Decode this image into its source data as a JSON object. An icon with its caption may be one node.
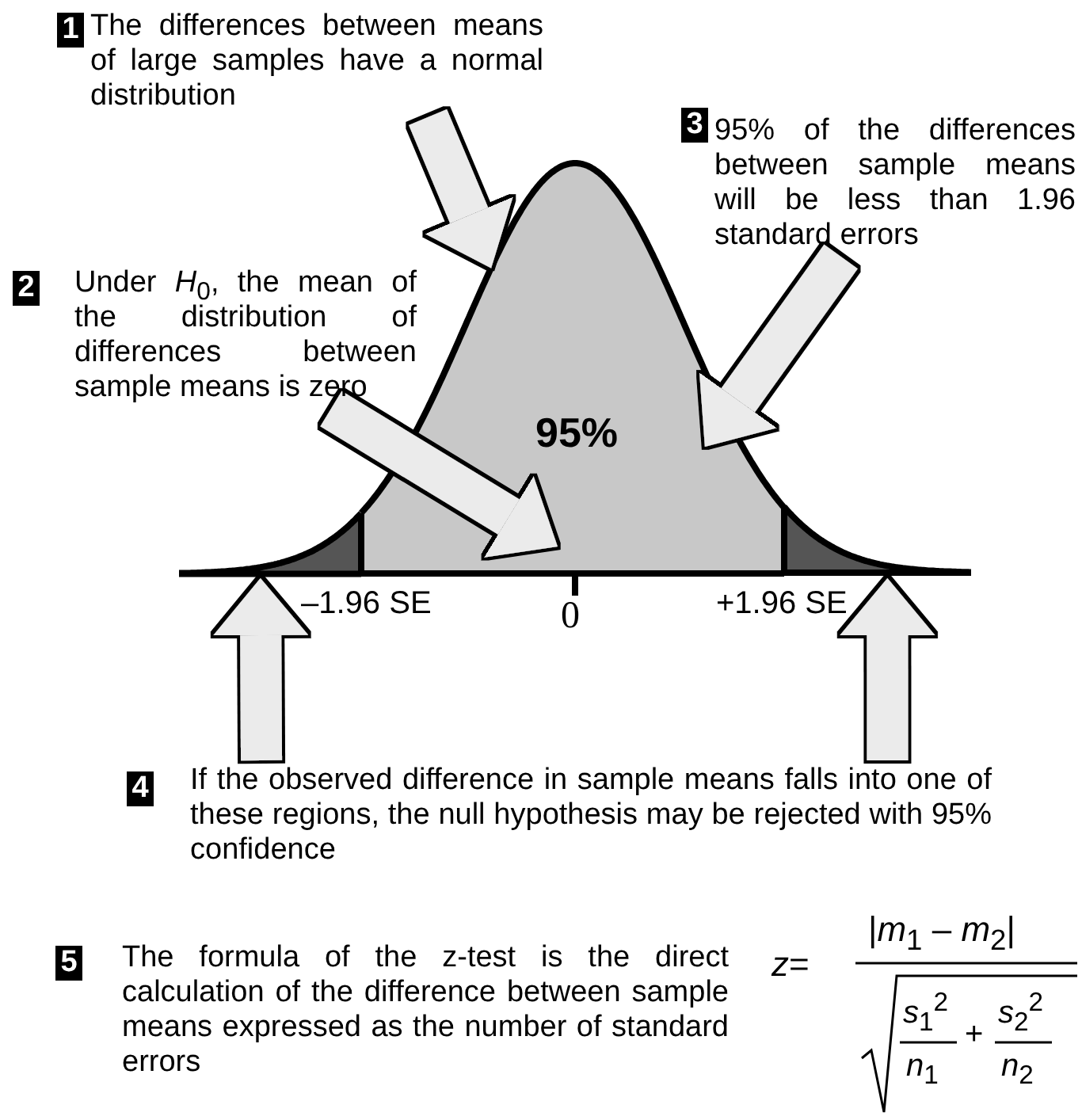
{
  "diagram": {
    "nodes": [
      {
        "text": [
          "The differences between means of large samples have a normal distribution"
        ],
        "beside": [
          "1"
        ]
      },
      {
        "text": [
          "Under *H*$_{0}$, the mean of the distribution of differences between sample means is zero"
        ],
        "beside": [
          "2"
        ]
      },
      {
        "text": [
          "95% of the differences between sample means will be less than 1.96 standard errors"
        ],
        "beside": [
          "3"
        ]
      },
      {
        "text": [
          "If the observed difference in sample means falls into one of these regions, the null hypothesis may be rejected with 95% confidence"
        ],
        "beside": [
          "4"
        ]
      },
      {
        "text": [
          "The formula of the z-test is the direct calculation of the difference between sample means expressed as the number of standard errors"
        ],
        "beside": [
          "5"
        ]
      },
      {
        "text": [
          "95%"
        ]
      },
      {
        "text": [],
        "shape": "area"
      },
      {
        "text": [],
        "shape": "area"
      }
    ],
    "edges": [
      {
        "from": 0,
        "to": 5,
        "arrow": "to"
      },
      {
        "from": 1,
        "to": 5,
        "arrow": "to"
      },
      {
        "from": 2,
        "to": 5,
        "arrow": "to"
      },
      {
        "from": 3,
        "to": 6,
        "arrow": "to"
      },
      {
        "from": 3,
        "to": 7,
        "arrow": "to"
      }
    ],
    "labels": [
      "–1.96 SE",
      "0",
      "+1.96 SE",
      "*z*=",
      "|*m*$_{1}$ – *m*$_{2}$|",
      "*s*$_{1}$$^{2}$",
      "+",
      "*s*$_{2}$$^{2}$",
      "*n*$_{1}$",
      "*n*$_{2}$"
    ]
  }
}
